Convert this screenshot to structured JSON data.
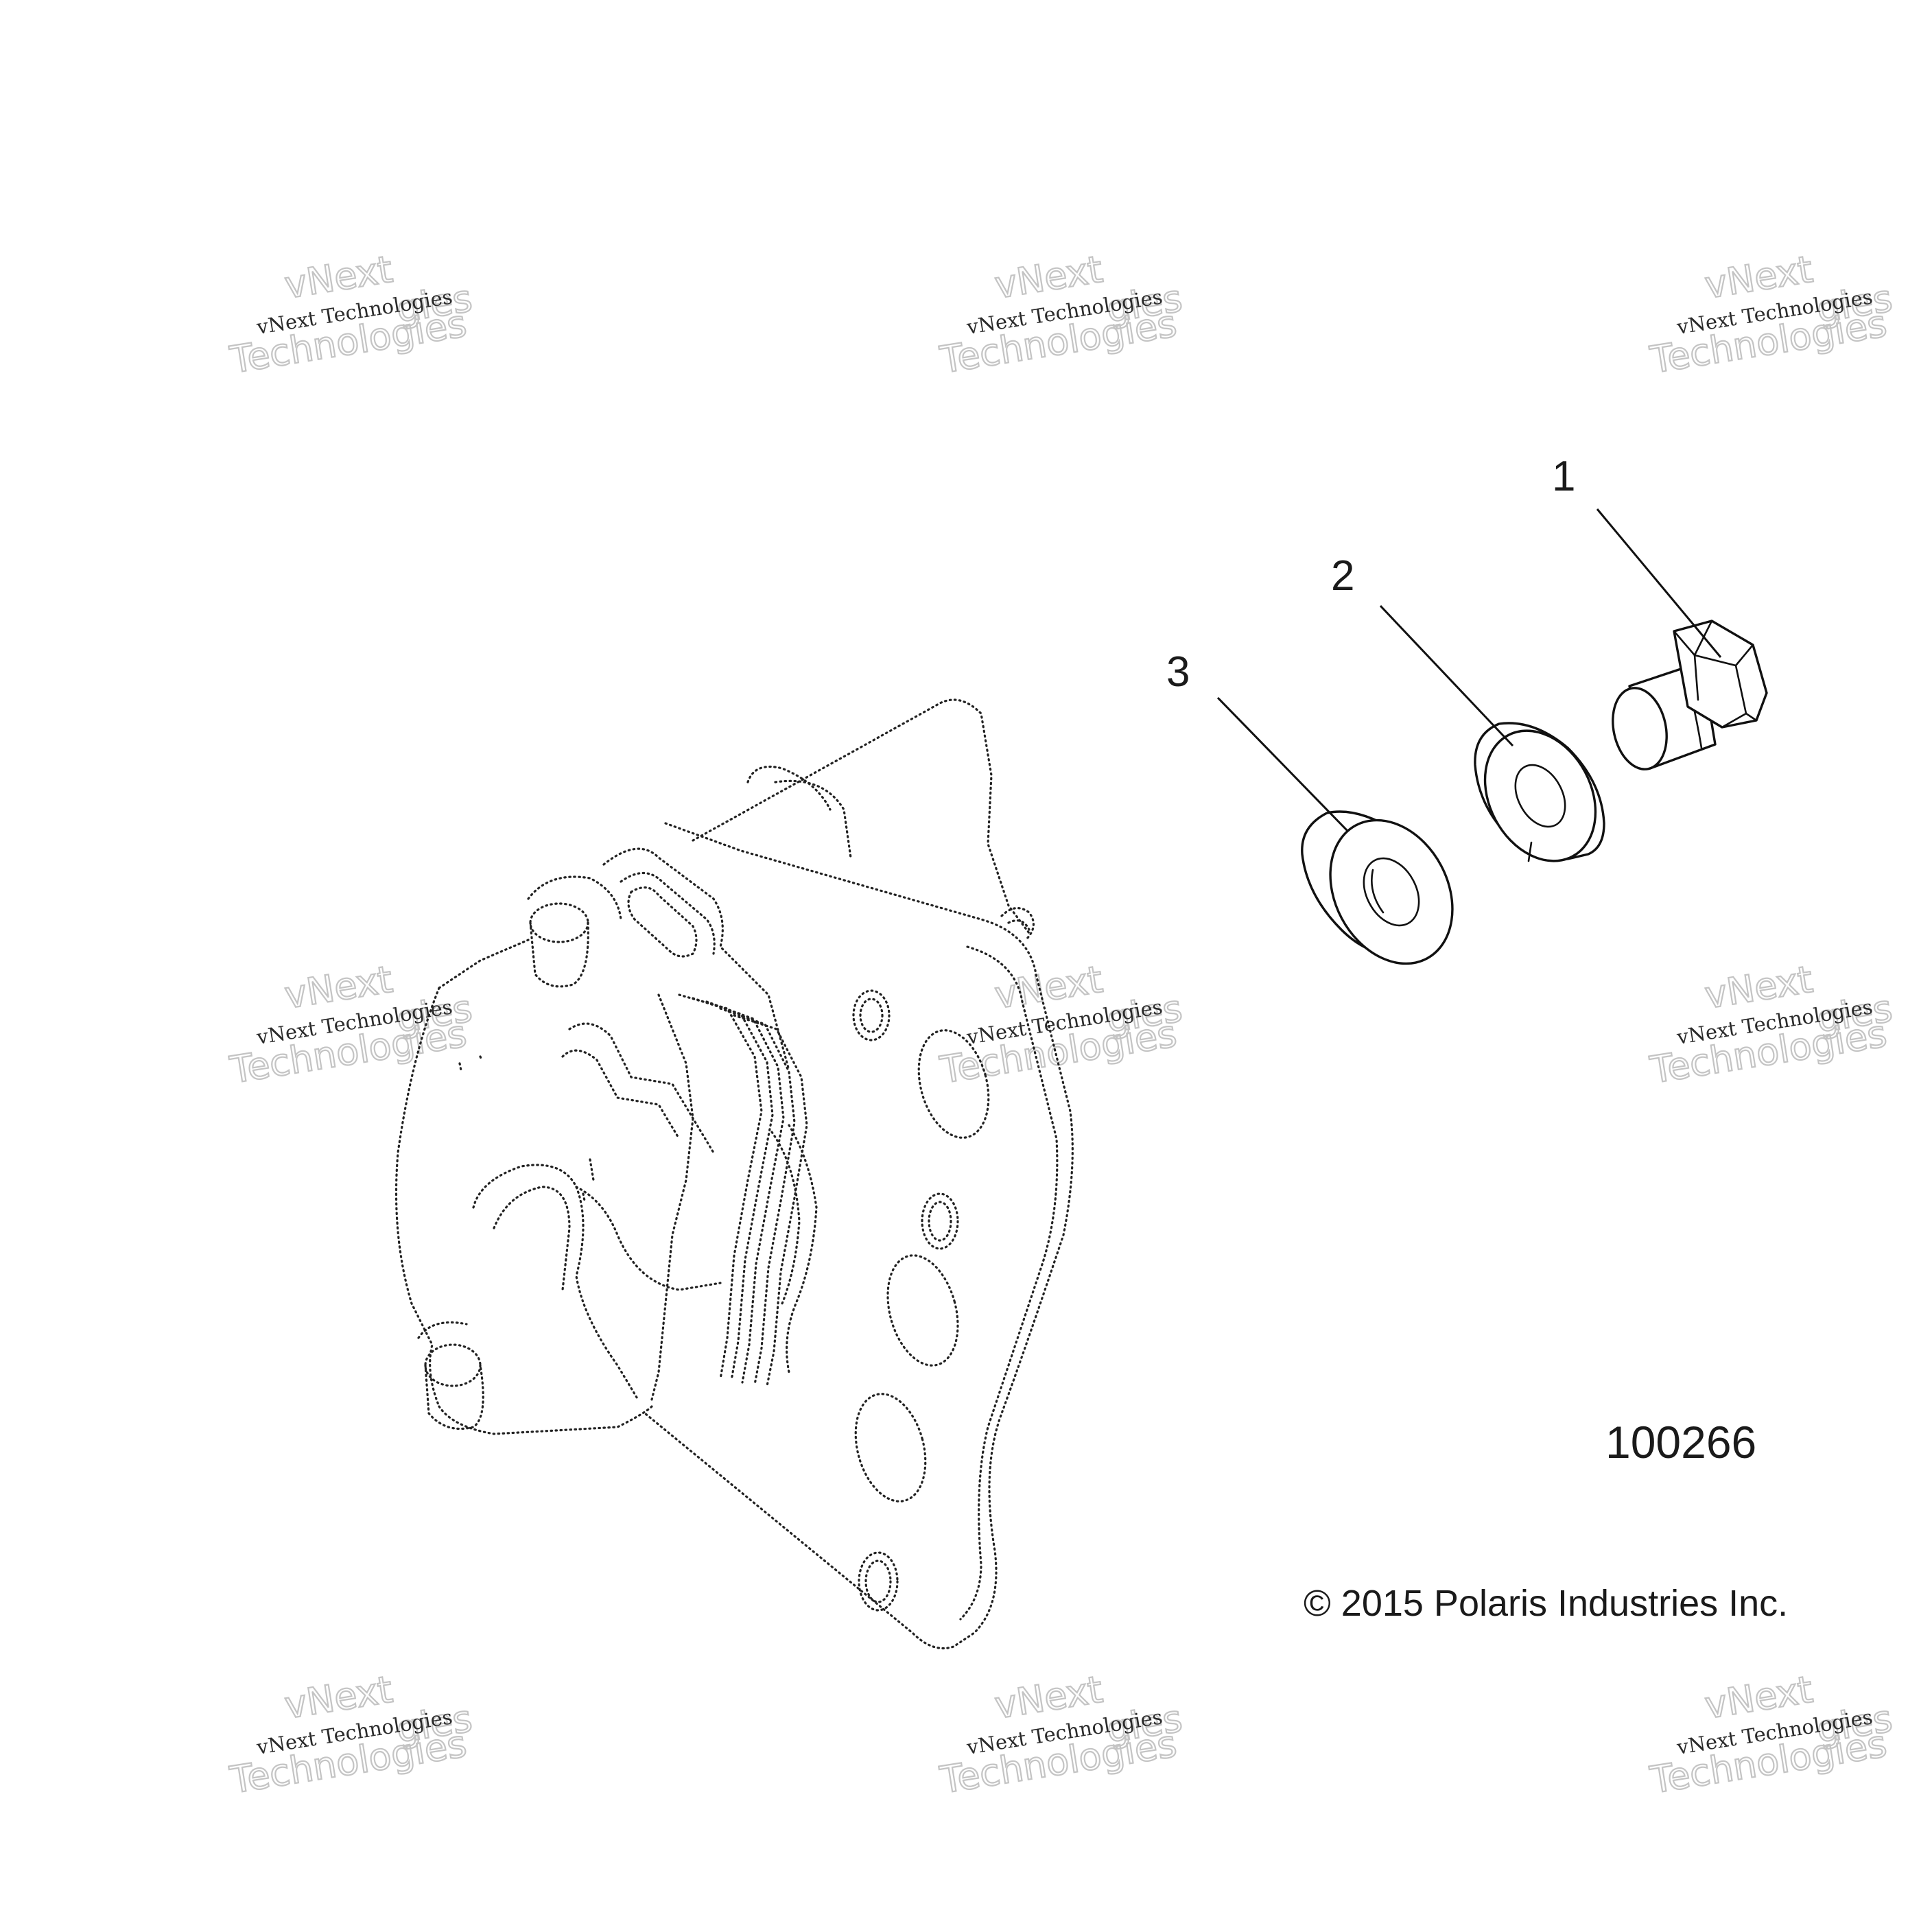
{
  "diagram": {
    "callouts": [
      {
        "id": "1",
        "label": "1"
      },
      {
        "id": "2",
        "label": "2"
      },
      {
        "id": "3",
        "label": "3"
      }
    ],
    "figure_number": "100266",
    "copyright": "© 2015 Polaris Industries Inc."
  },
  "watermark": {
    "line_small": "vNext Technologies",
    "line_big_top": "vNext",
    "line_big_bottom": "Technologies",
    "color": "#c4c4c4"
  },
  "parts": {
    "caliper": "brake-caliper-assembly",
    "item_1": "hex-flange-bolt",
    "item_2": "washer",
    "item_3": "washer"
  }
}
